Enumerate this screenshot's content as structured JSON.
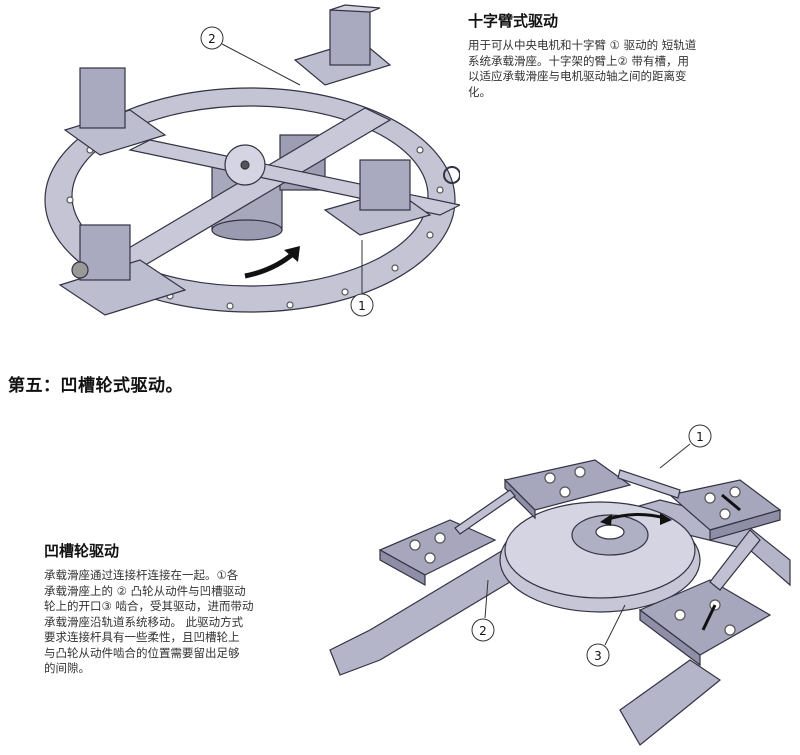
{
  "top": {
    "title": "十字臂式驱动",
    "paragraph": "用于可从中央电机和十字臂 ① 驱动的 短轨道\n系统承载滑座。十字架的臂上②   带有槽，用\n以适应承载滑座与电机驱动轴之间的距离变\n化。",
    "callouts": [
      "2",
      "1"
    ]
  },
  "section_heading": "第五：凹槽轮式驱动。",
  "bottom": {
    "title": "凹槽轮驱动",
    "paragraph": "承载滑座通过连接杆连接在一起。①各\n承载滑座上的 ② 凸轮从动件与凹槽驱动\n轮上的开口③  啮合，受其驱动，进而带动\n承载滑座沿轨道系统移动。 此驱动方式\n要求连接杆具有一些柔性，且凹槽轮上\n与凸轮从动件啮合的位置需要留出足够\n的间隙。",
    "callouts": [
      "1",
      "2",
      "3"
    ]
  },
  "colors": {
    "metal": "#b9b9cc",
    "metal_dark": "#8e8ea6",
    "outline": "#333344",
    "text": "#333333"
  }
}
